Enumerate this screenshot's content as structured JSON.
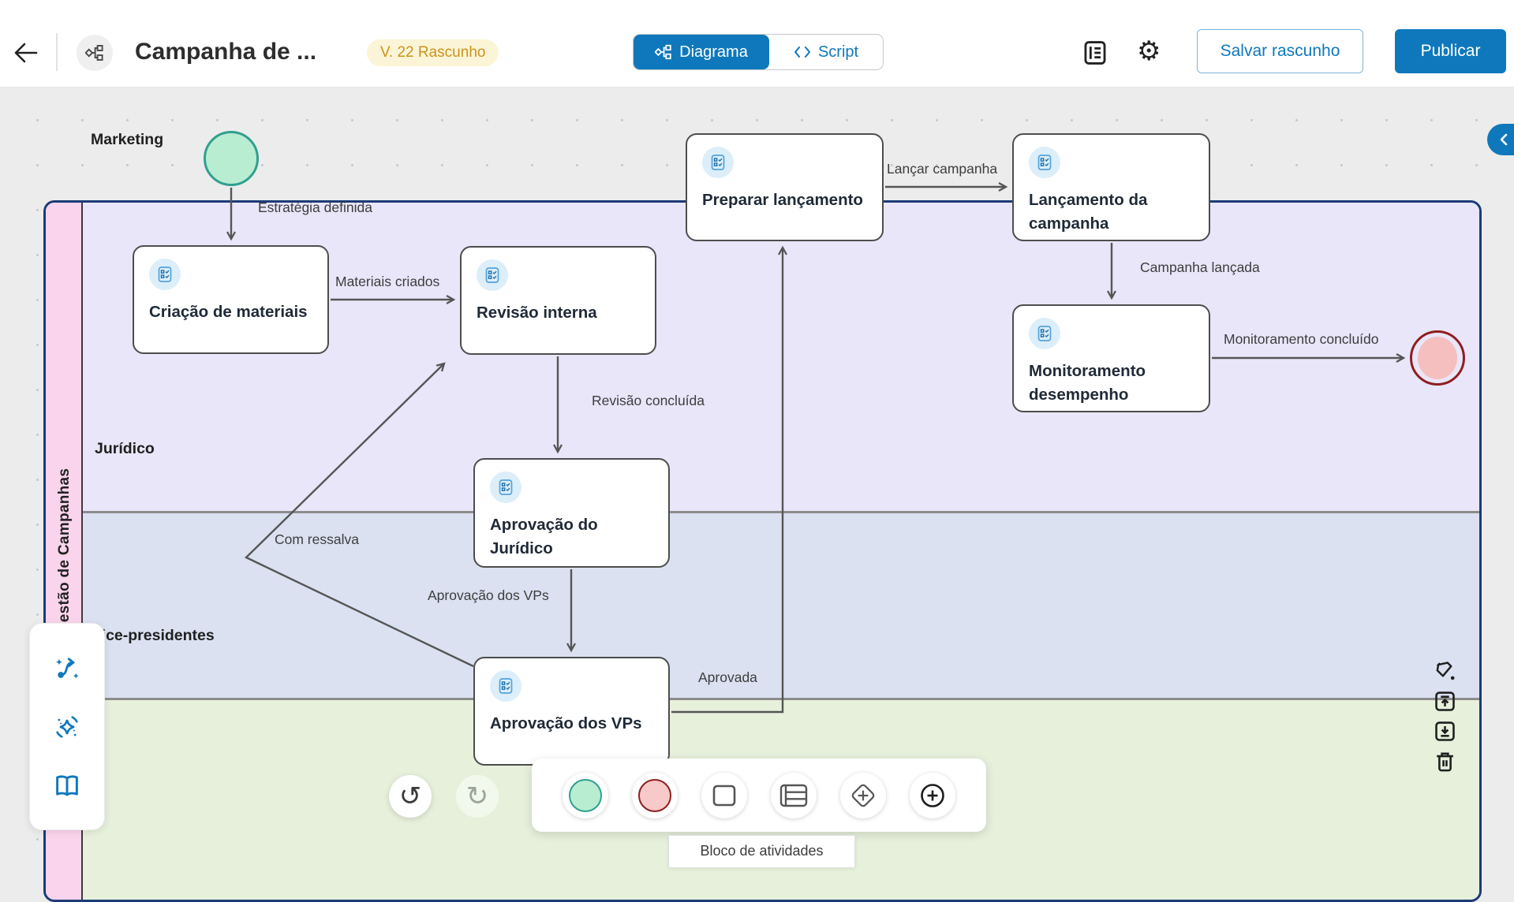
{
  "header": {
    "title": "Campanha de ...",
    "version_badge": "V. 22 Rascunho",
    "tabs": {
      "diagram": "Diagrama",
      "script": "Script"
    },
    "buttons": {
      "save_draft": "Salvar rascunho",
      "publish": "Publicar"
    }
  },
  "diagram": {
    "pool_label": "Gestão de Campanhas",
    "lanes": [
      {
        "label": "Marketing",
        "color": "#E9E6F9"
      },
      {
        "label": "Jurídico",
        "color": "#DBE1F1"
      },
      {
        "label": "Vice-presidentes",
        "color": "#E6F0DB"
      }
    ],
    "tasks": [
      {
        "label": "Criação de materiais"
      },
      {
        "label": "Revisão interna"
      },
      {
        "label": "Preparar lançamento"
      },
      {
        "label": "Lançamento da campanha"
      },
      {
        "label": "Monitoramento desempenho"
      },
      {
        "label": "Aprovação do Jurídico"
      },
      {
        "label": "Aprovação dos VPs"
      }
    ],
    "flows": [
      {
        "label": "Estratégia definida"
      },
      {
        "label": "Materiais criados"
      },
      {
        "label": "Revisão concluída"
      },
      {
        "label": "Aprovação dos VPs"
      },
      {
        "label": "Aprovada"
      },
      {
        "label": "Lançar campanha"
      },
      {
        "label": "Campanha lançada"
      },
      {
        "label": "Monitoramento concluído"
      },
      {
        "label": "Com ressalva"
      }
    ]
  },
  "tooltip": "Bloco de atividades",
  "colors": {
    "accent_blue": "#0F78BC",
    "pool_border": "#1B3B76",
    "pool_label_bg": "#FAD4EC",
    "lane_divider": "#8C8C8C",
    "task_border": "#4D4D4D",
    "start_fill": "#B9EDD2",
    "start_stroke": "#2FA08F",
    "end_fill": "#F6BFBF",
    "end_stroke": "#8E1F1F",
    "badge_bg": "#FCF4D6",
    "badge_text": "#C9941C"
  },
  "icons": [
    "back-icon",
    "workflow-icon",
    "code-icon",
    "notes-icon",
    "gear-icon",
    "collapse-panel-icon",
    "ai-flow-icon",
    "ai-sparkle-icon",
    "glossary-book-icon",
    "undo-icon",
    "redo-icon",
    "start-event-icon",
    "end-event-icon",
    "task-shape-icon",
    "lanes-icon",
    "gateway-icon",
    "add-node-icon",
    "paint-bucket-icon",
    "upload-icon",
    "download-icon",
    "trash-icon",
    "task-checklist-icon"
  ]
}
